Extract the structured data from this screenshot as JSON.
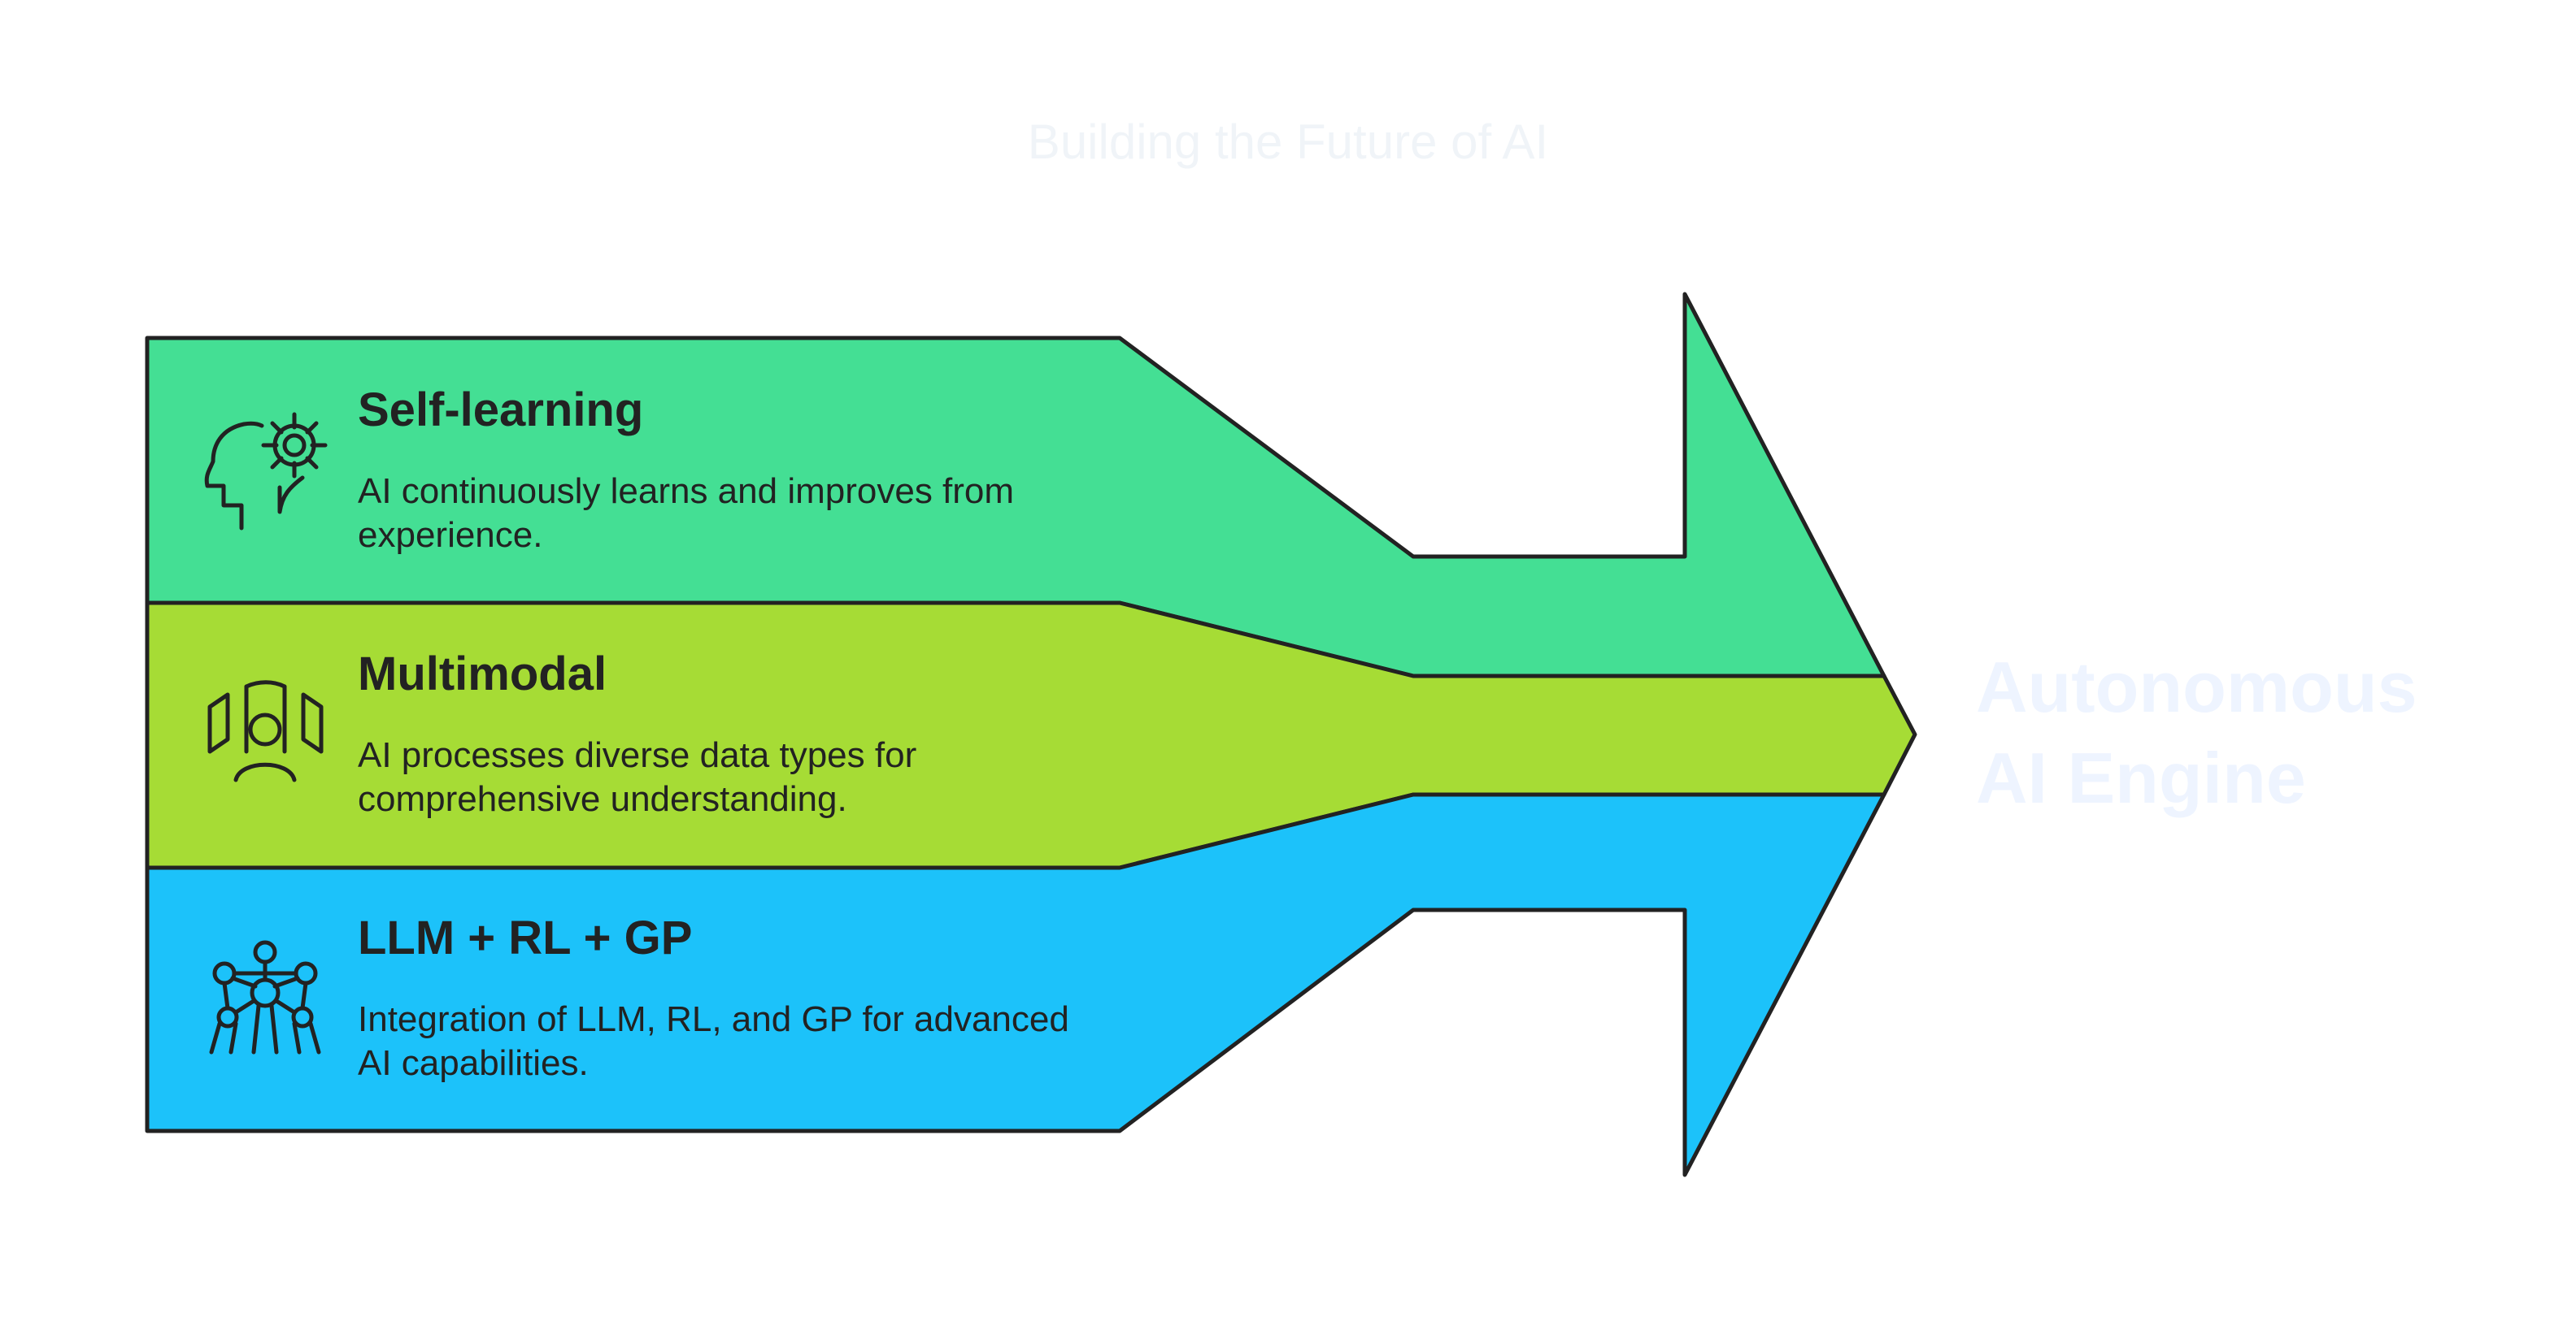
{
  "title": "Building the Future of AI",
  "outcome": {
    "line1": "Autonomous",
    "line2": "AI Engine"
  },
  "bands": [
    {
      "title": "Self-learning",
      "description": "AI continuously learns and improves from experience.",
      "desc_line1": "AI continuously learns and improves from",
      "desc_line2": "experience.",
      "color": "#44df94",
      "icon": "head-gear-icon"
    },
    {
      "title": "Multimodal",
      "description": "AI processes diverse data types for comprehensive understanding.",
      "desc_line1": "AI processes diverse data types for",
      "desc_line2": "comprehensive understanding.",
      "color": "#a6dc35",
      "icon": "person-screens-icon"
    },
    {
      "title": "LLM + RL + GP",
      "description": "Integration of LLM, RL, and GP for advanced AI capabilities.",
      "desc_line1": "Integration of LLM, RL, and GP for advanced",
      "desc_line2": "AI capabilities.",
      "color": "#1cc2fa",
      "icon": "network-structure-icon"
    }
  ],
  "colors": {
    "stroke": "#222222",
    "title_text": "#f0f4f8",
    "outcome_text": "#eef4ff"
  }
}
